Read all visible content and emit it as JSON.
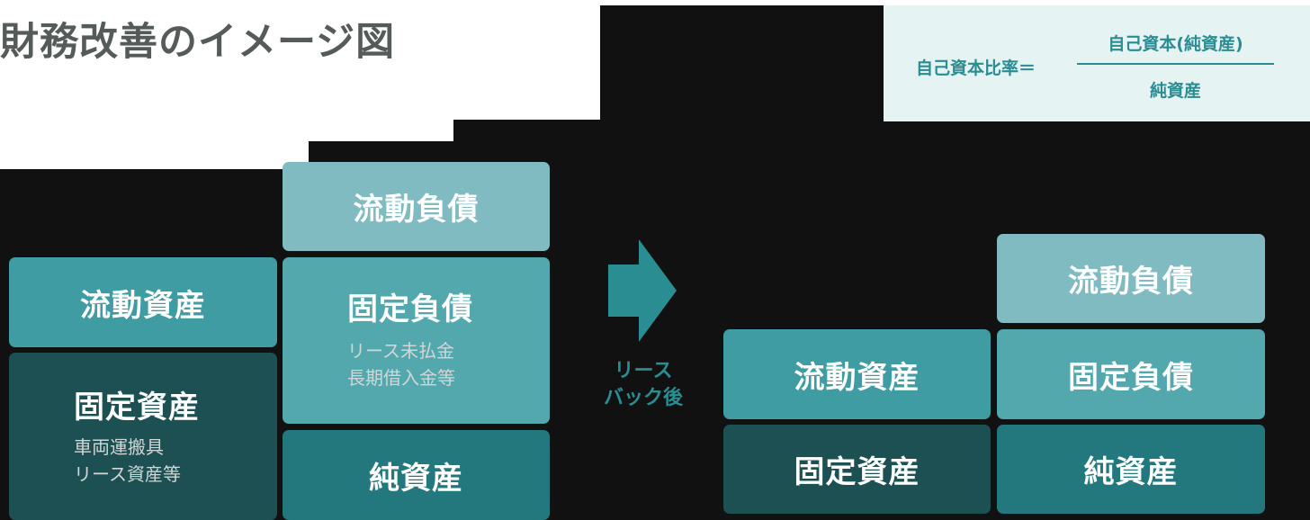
{
  "title": "財務改善のイメージ図",
  "formula": {
    "lhs": "自己資本比率＝",
    "numerator": "自己資本(純資産)",
    "denominator": "純資産"
  },
  "before": {
    "assets": [
      {
        "label": "流動資産",
        "sub": []
      },
      {
        "label": "固定資産",
        "sub": [
          "車両運搬具",
          "リース資産等"
        ]
      }
    ],
    "liabilities": [
      {
        "label": "流動負債",
        "sub": []
      },
      {
        "label": "固定負債",
        "sub": [
          "リース未払金",
          "長期借入金等"
        ]
      },
      {
        "label": "純資産",
        "sub": []
      }
    ]
  },
  "arrow": {
    "icon": "arrow-right-icon",
    "label_line1": "リース",
    "label_line2": "バック後",
    "color": "#2a8d92"
  },
  "after": {
    "assets": [
      {
        "label": "流動資産"
      },
      {
        "label": "固定資産"
      }
    ],
    "liabilities": [
      {
        "label": "流動負債"
      },
      {
        "label": "固定負債"
      },
      {
        "label": "純資産"
      }
    ]
  },
  "colors": {
    "current_asset": "#3e9ca2",
    "fixed_asset": "#1c5053",
    "current_liability": "#7fbbc1",
    "fixed_liability": "#53a8ae",
    "net_asset": "#23787d",
    "formula_bg": "#e6f3f3",
    "title": "#555b58"
  }
}
